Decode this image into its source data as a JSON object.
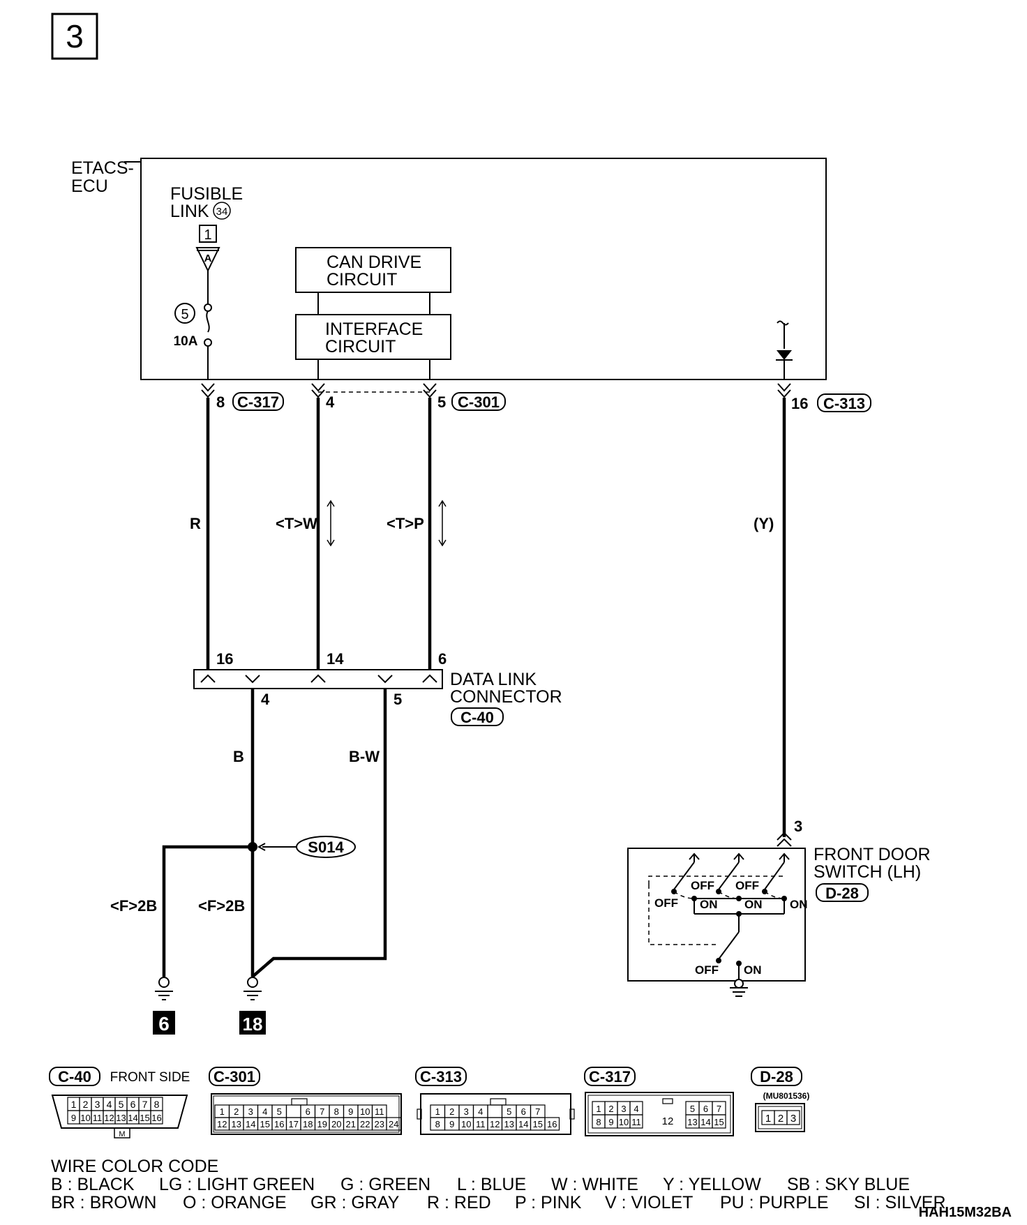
{
  "page_number": "3",
  "ecu": {
    "label_line1": "ETACS-",
    "label_line2": "ECU"
  },
  "fusible_link": {
    "line1": "FUSIBLE",
    "line2": "LINK",
    "number": "34",
    "box_number": "1",
    "triangle": "A",
    "fuse_number": "5",
    "fuse_rating": "10A"
  },
  "blocks": {
    "can_line1": "CAN DRIVE",
    "can_line2": "CIRCUIT",
    "iface_line1": "INTERFACE",
    "iface_line2": "CIRCUIT"
  },
  "ecu_pins": {
    "p8": "8",
    "c317": "C-317",
    "p4": "4",
    "p5": "5",
    "c301": "C-301",
    "p16": "16",
    "c313": "C-313"
  },
  "wire_colors": {
    "r": "R",
    "tw": "<T>W",
    "tp": "<T>P",
    "y": "(Y)",
    "b": "B",
    "bw": "B-W",
    "f2b_left": "<F>2B",
    "f2b_right": "<F>2B"
  },
  "dlc": {
    "pin16": "16",
    "pin14": "14",
    "pin6": "6",
    "pin4": "4",
    "pin5": "5",
    "line1": "DATA LINK",
    "line2": "CONNECTOR",
    "connector": "C-40"
  },
  "splice": "S014",
  "grounds": {
    "g1": "6",
    "g2": "18"
  },
  "door_switch": {
    "pin": "3",
    "line1": "FRONT DOOR",
    "line2": "SWITCH (LH)",
    "connector": "D-28",
    "off": "OFF",
    "on": "ON"
  },
  "connectors": {
    "c40": {
      "code": "C-40",
      "note": "FRONT SIDE",
      "row1": [
        "1",
        "2",
        "3",
        "4",
        "5",
        "6",
        "7",
        "8"
      ],
      "row2": [
        "9",
        "10",
        "11",
        "12",
        "13",
        "14",
        "15",
        "16"
      ],
      "tab": "M"
    },
    "c301": {
      "code": "C-301",
      "row1": [
        "1",
        "2",
        "3",
        "4",
        "5",
        "",
        "6",
        "7",
        "8",
        "9",
        "10",
        "11"
      ],
      "row2": [
        "12",
        "13",
        "14",
        "15",
        "16",
        "17",
        "18",
        "19",
        "20",
        "21",
        "22",
        "23",
        "24"
      ]
    },
    "c313": {
      "code": "C-313",
      "row1": [
        "1",
        "2",
        "3",
        "4",
        "",
        "5",
        "6",
        "7"
      ],
      "row2": [
        "8",
        "9",
        "10",
        "11",
        "12",
        "13",
        "14",
        "15",
        "16"
      ]
    },
    "c317": {
      "code": "C-317",
      "row1": [
        "1",
        "2",
        "3",
        "4",
        "5",
        "6",
        "7"
      ],
      "row2": [
        "8",
        "9",
        "10",
        "11",
        "13",
        "14",
        "15"
      ],
      "center": "12"
    },
    "d28": {
      "code": "D-28",
      "part": "(MU801536)",
      "row": [
        "1",
        "2",
        "3"
      ]
    }
  },
  "legend": {
    "title": "WIRE COLOR CODE",
    "row1": [
      "B : BLACK",
      "LG : LIGHT GREEN",
      "G : GREEN",
      "L : BLUE",
      "W : WHITE",
      "Y : YELLOW",
      "SB : SKY BLUE"
    ],
    "row2": [
      "BR : BROWN",
      "O : ORANGE",
      "GR : GRAY",
      "R : RED",
      "P : PINK",
      "V : VIOLET",
      "PU : PURPLE",
      "SI : SILVER"
    ]
  },
  "figure_code": "HAH15M32BA"
}
